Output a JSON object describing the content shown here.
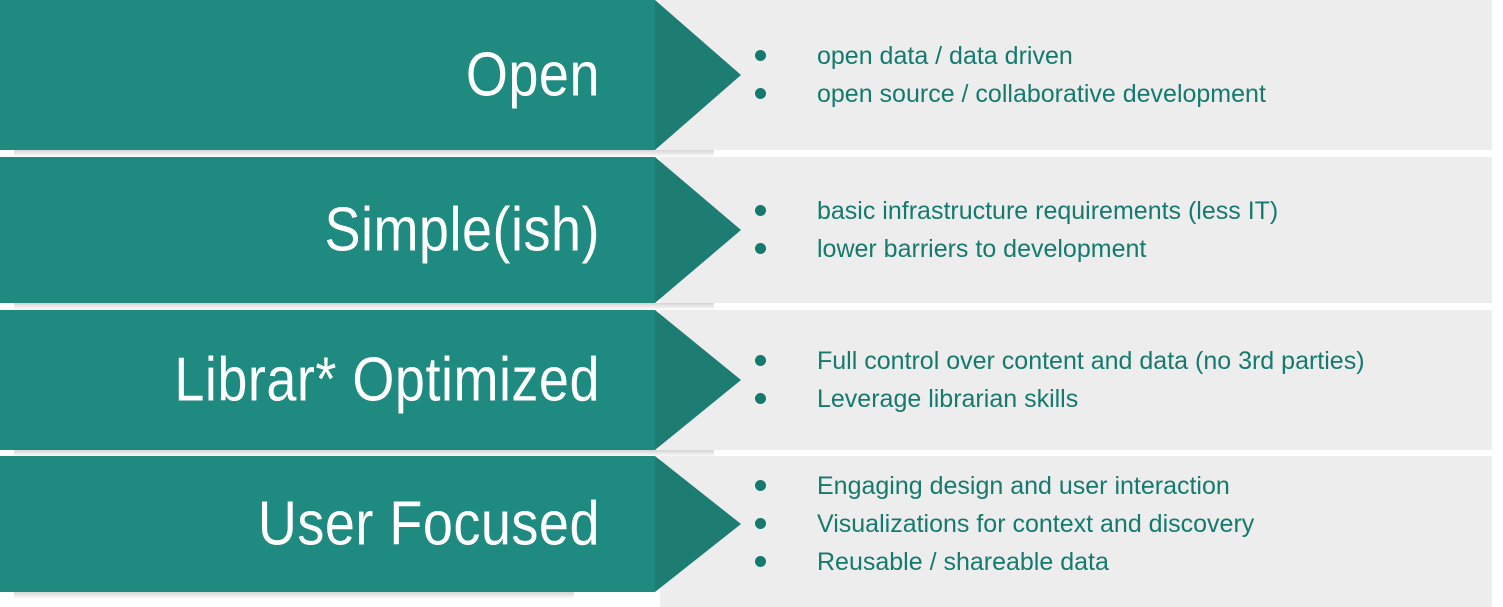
{
  "colors": {
    "arrow_body": "#1f8a80",
    "arrow_head": "#1d7d73",
    "panel_background": "#ededed",
    "bullet_text": "#157a6e",
    "label_text": "#ffffff",
    "page_background": "#ffffff"
  },
  "rows": [
    {
      "label": "Open",
      "bullets": [
        "open data / data driven",
        "open source / collaborative development"
      ]
    },
    {
      "label": "Simple(ish)",
      "bullets": [
        "basic infrastructure requirements (less IT)",
        "lower barriers to development"
      ]
    },
    {
      "label": "Librar* Optimized",
      "bullets": [
        "Full control over content and data (no 3rd parties)",
        "Leverage librarian skills"
      ]
    },
    {
      "label": "User Focused",
      "bullets": [
        "Engaging design and user interaction",
        "Visualizations for context and discovery",
        "Reusable / shareable data"
      ]
    }
  ]
}
